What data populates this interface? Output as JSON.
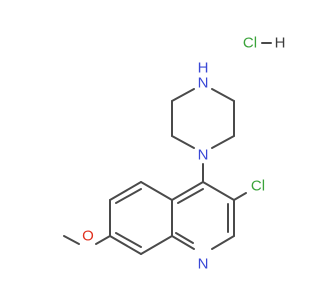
{
  "molecule": {
    "salt": {
      "chlorine": {
        "text": "Cl",
        "color": "#3aa33a"
      },
      "dash": "–",
      "hydrogen": {
        "text": "H",
        "color": "#3c3c3c"
      }
    },
    "atoms": {
      "piperazine_nh": {
        "text": "N",
        "color": "#3a48d6"
      },
      "piperazine_h": {
        "text": "H",
        "color": "#3a48d6"
      },
      "piperazine_n": {
        "text": "N",
        "color": "#3a48d6"
      },
      "ring_cl": {
        "text": "Cl",
        "color": "#3aa33a"
      },
      "ring_n": {
        "text": "N",
        "color": "#3a48d6"
      },
      "methoxy_o": {
        "text": "O",
        "color": "#e0301e"
      }
    },
    "bond_color": "#4a4a4a"
  }
}
